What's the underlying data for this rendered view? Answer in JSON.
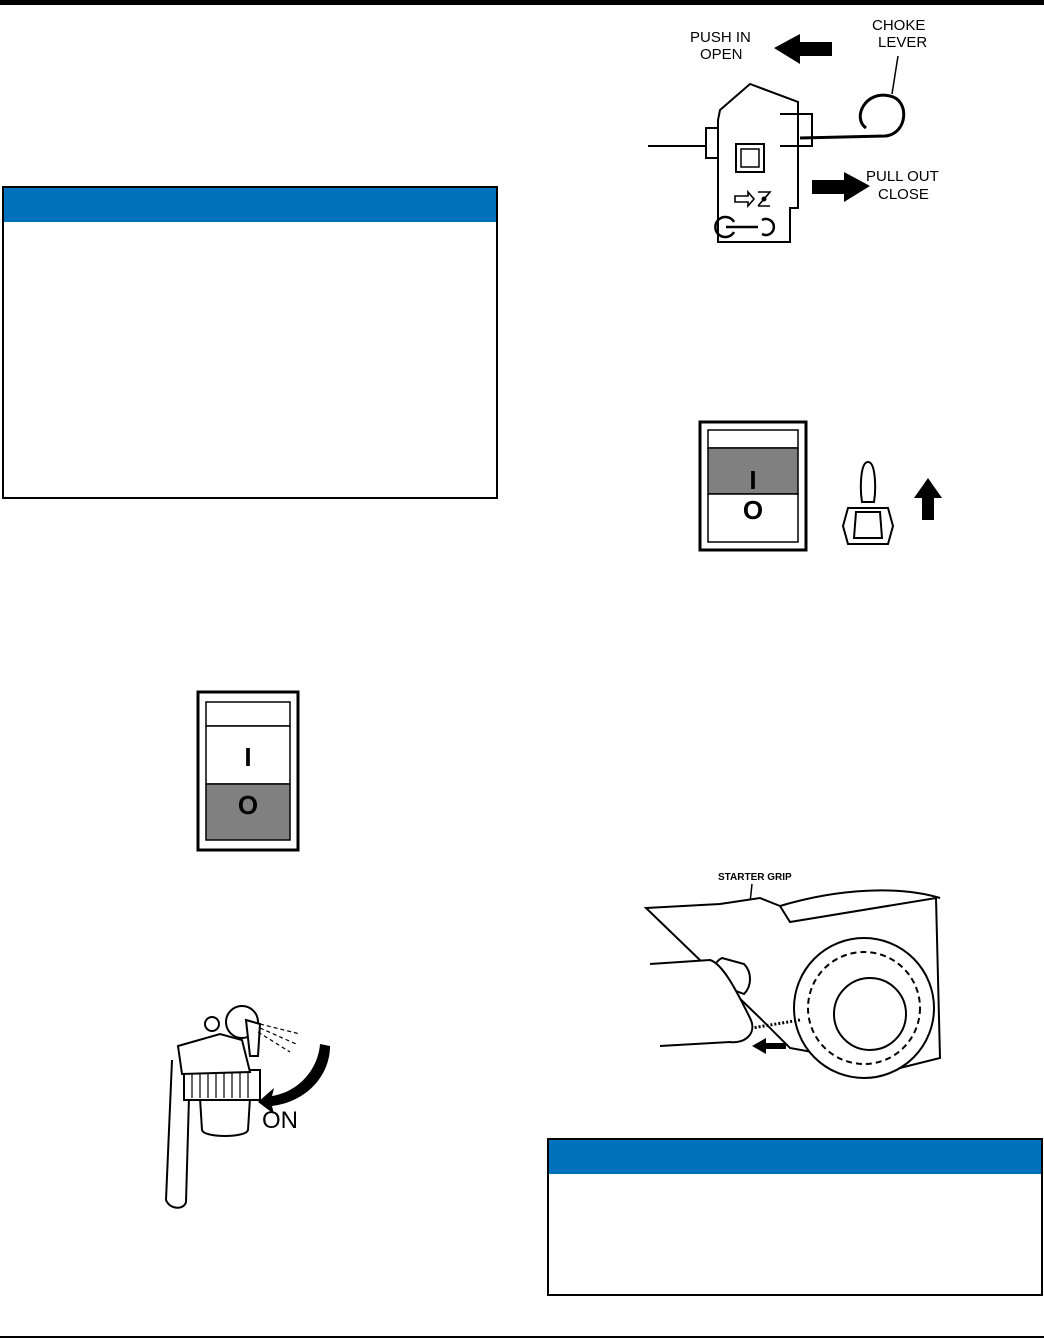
{
  "choke_figure": {
    "push_in": "PUSH IN",
    "open": "OPEN",
    "choke": "CHOKE",
    "lever": "LEVER",
    "pull_out": "PULL OUT",
    "close": "CLOSE"
  },
  "switch_on_figure": {
    "on_symbol": "I",
    "off_symbol": "O"
  },
  "switch_off_figure": {
    "on_symbol": "I",
    "off_symbol": "O"
  },
  "fuel_valve_figure": {
    "on_label": "ON"
  },
  "starter_figure": {
    "label": "STARTER GRIP"
  },
  "colors": {
    "accent": "#0072bc",
    "switch_gray": "#808080"
  }
}
